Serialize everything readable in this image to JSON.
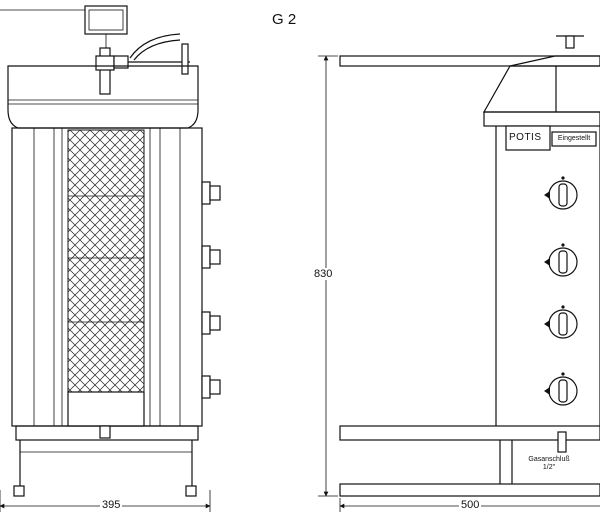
{
  "title": "G 2",
  "dimensions": {
    "height": "830",
    "width_side": "395",
    "width_front": "500"
  },
  "front_panel": {
    "brand": "POTIS",
    "indicator_label": "Eingestellt",
    "gas_label_line1": "Gasanschluß",
    "gas_label_line2": "1/2\""
  }
}
